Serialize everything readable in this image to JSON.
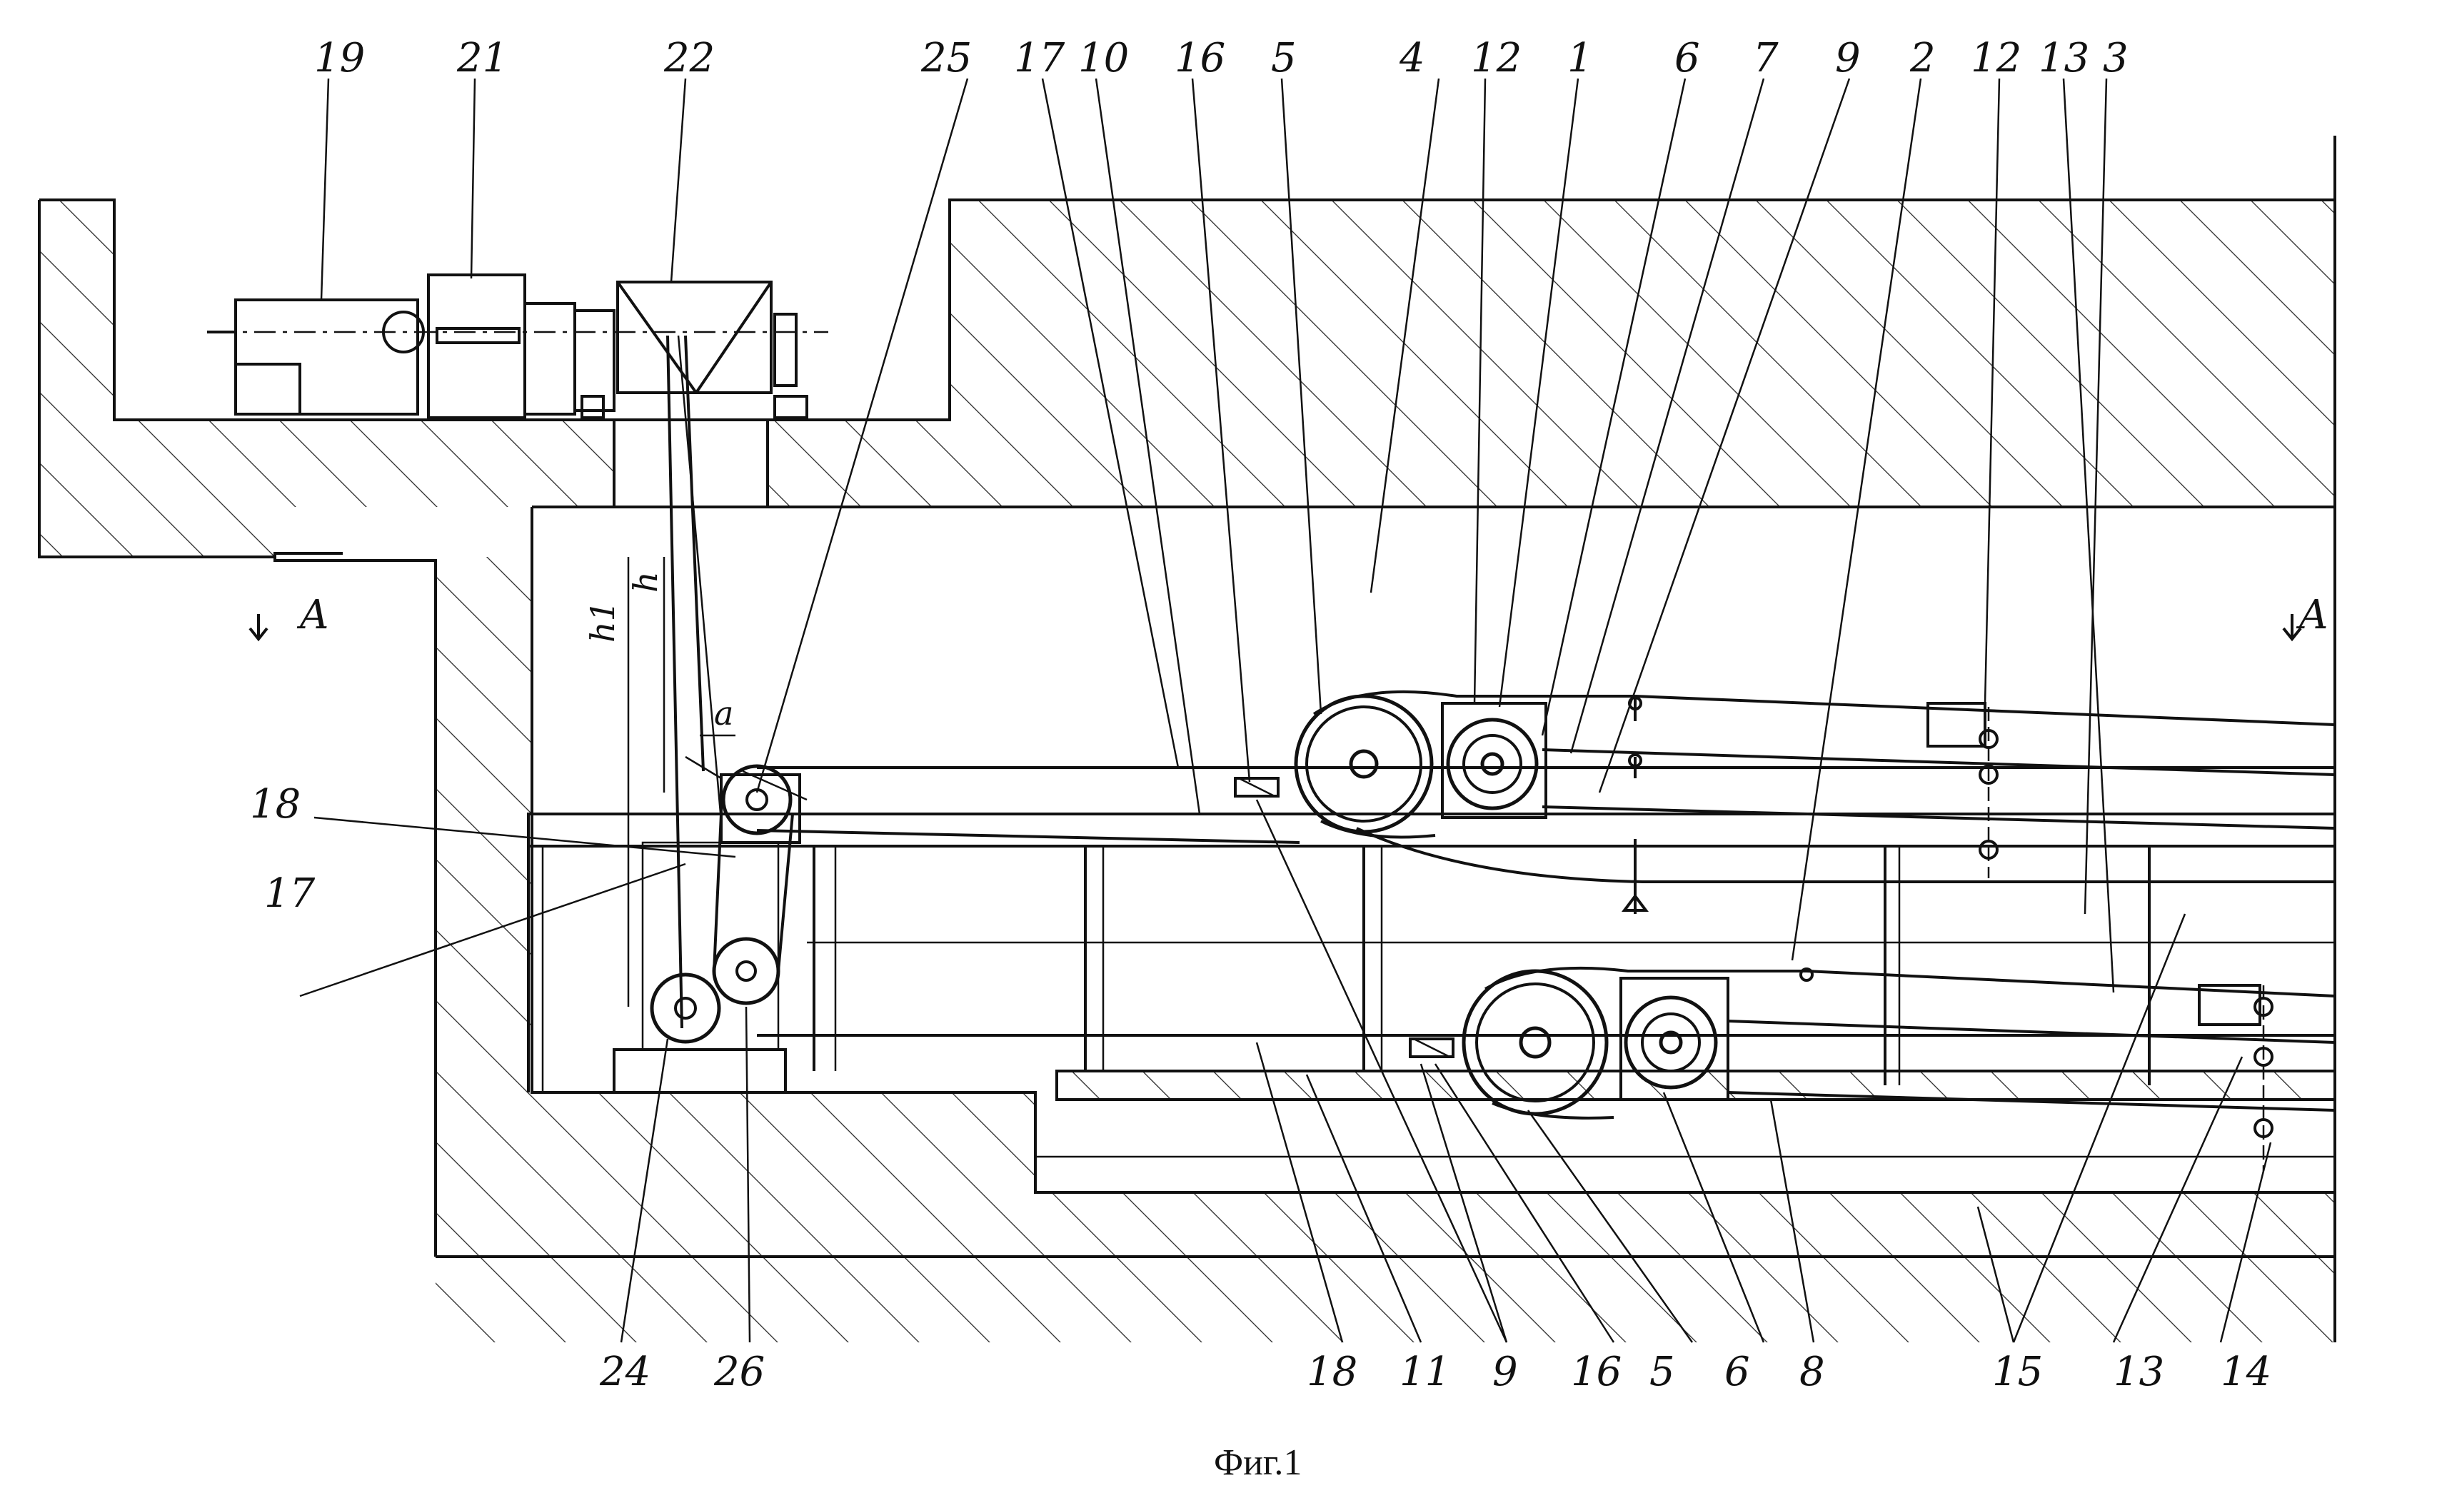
{
  "figure": {
    "caption": "Фиг.1",
    "section_marks": {
      "left": "A",
      "right": "A"
    },
    "dimensions": {
      "h1": "h1",
      "h": "h",
      "a": "a"
    },
    "top_labels": [
      "19",
      "21",
      "22",
      "25",
      "17",
      "10",
      "16",
      "5",
      "4",
      "12",
      "1",
      "6",
      "7",
      "9",
      "2",
      "12",
      "13",
      "3"
    ],
    "left_labels": [
      "18",
      "17"
    ],
    "bottom_labels": [
      "24",
      "26",
      "18",
      "11",
      "9",
      "16",
      "5",
      "6",
      "8",
      "15",
      "13",
      "14"
    ]
  }
}
